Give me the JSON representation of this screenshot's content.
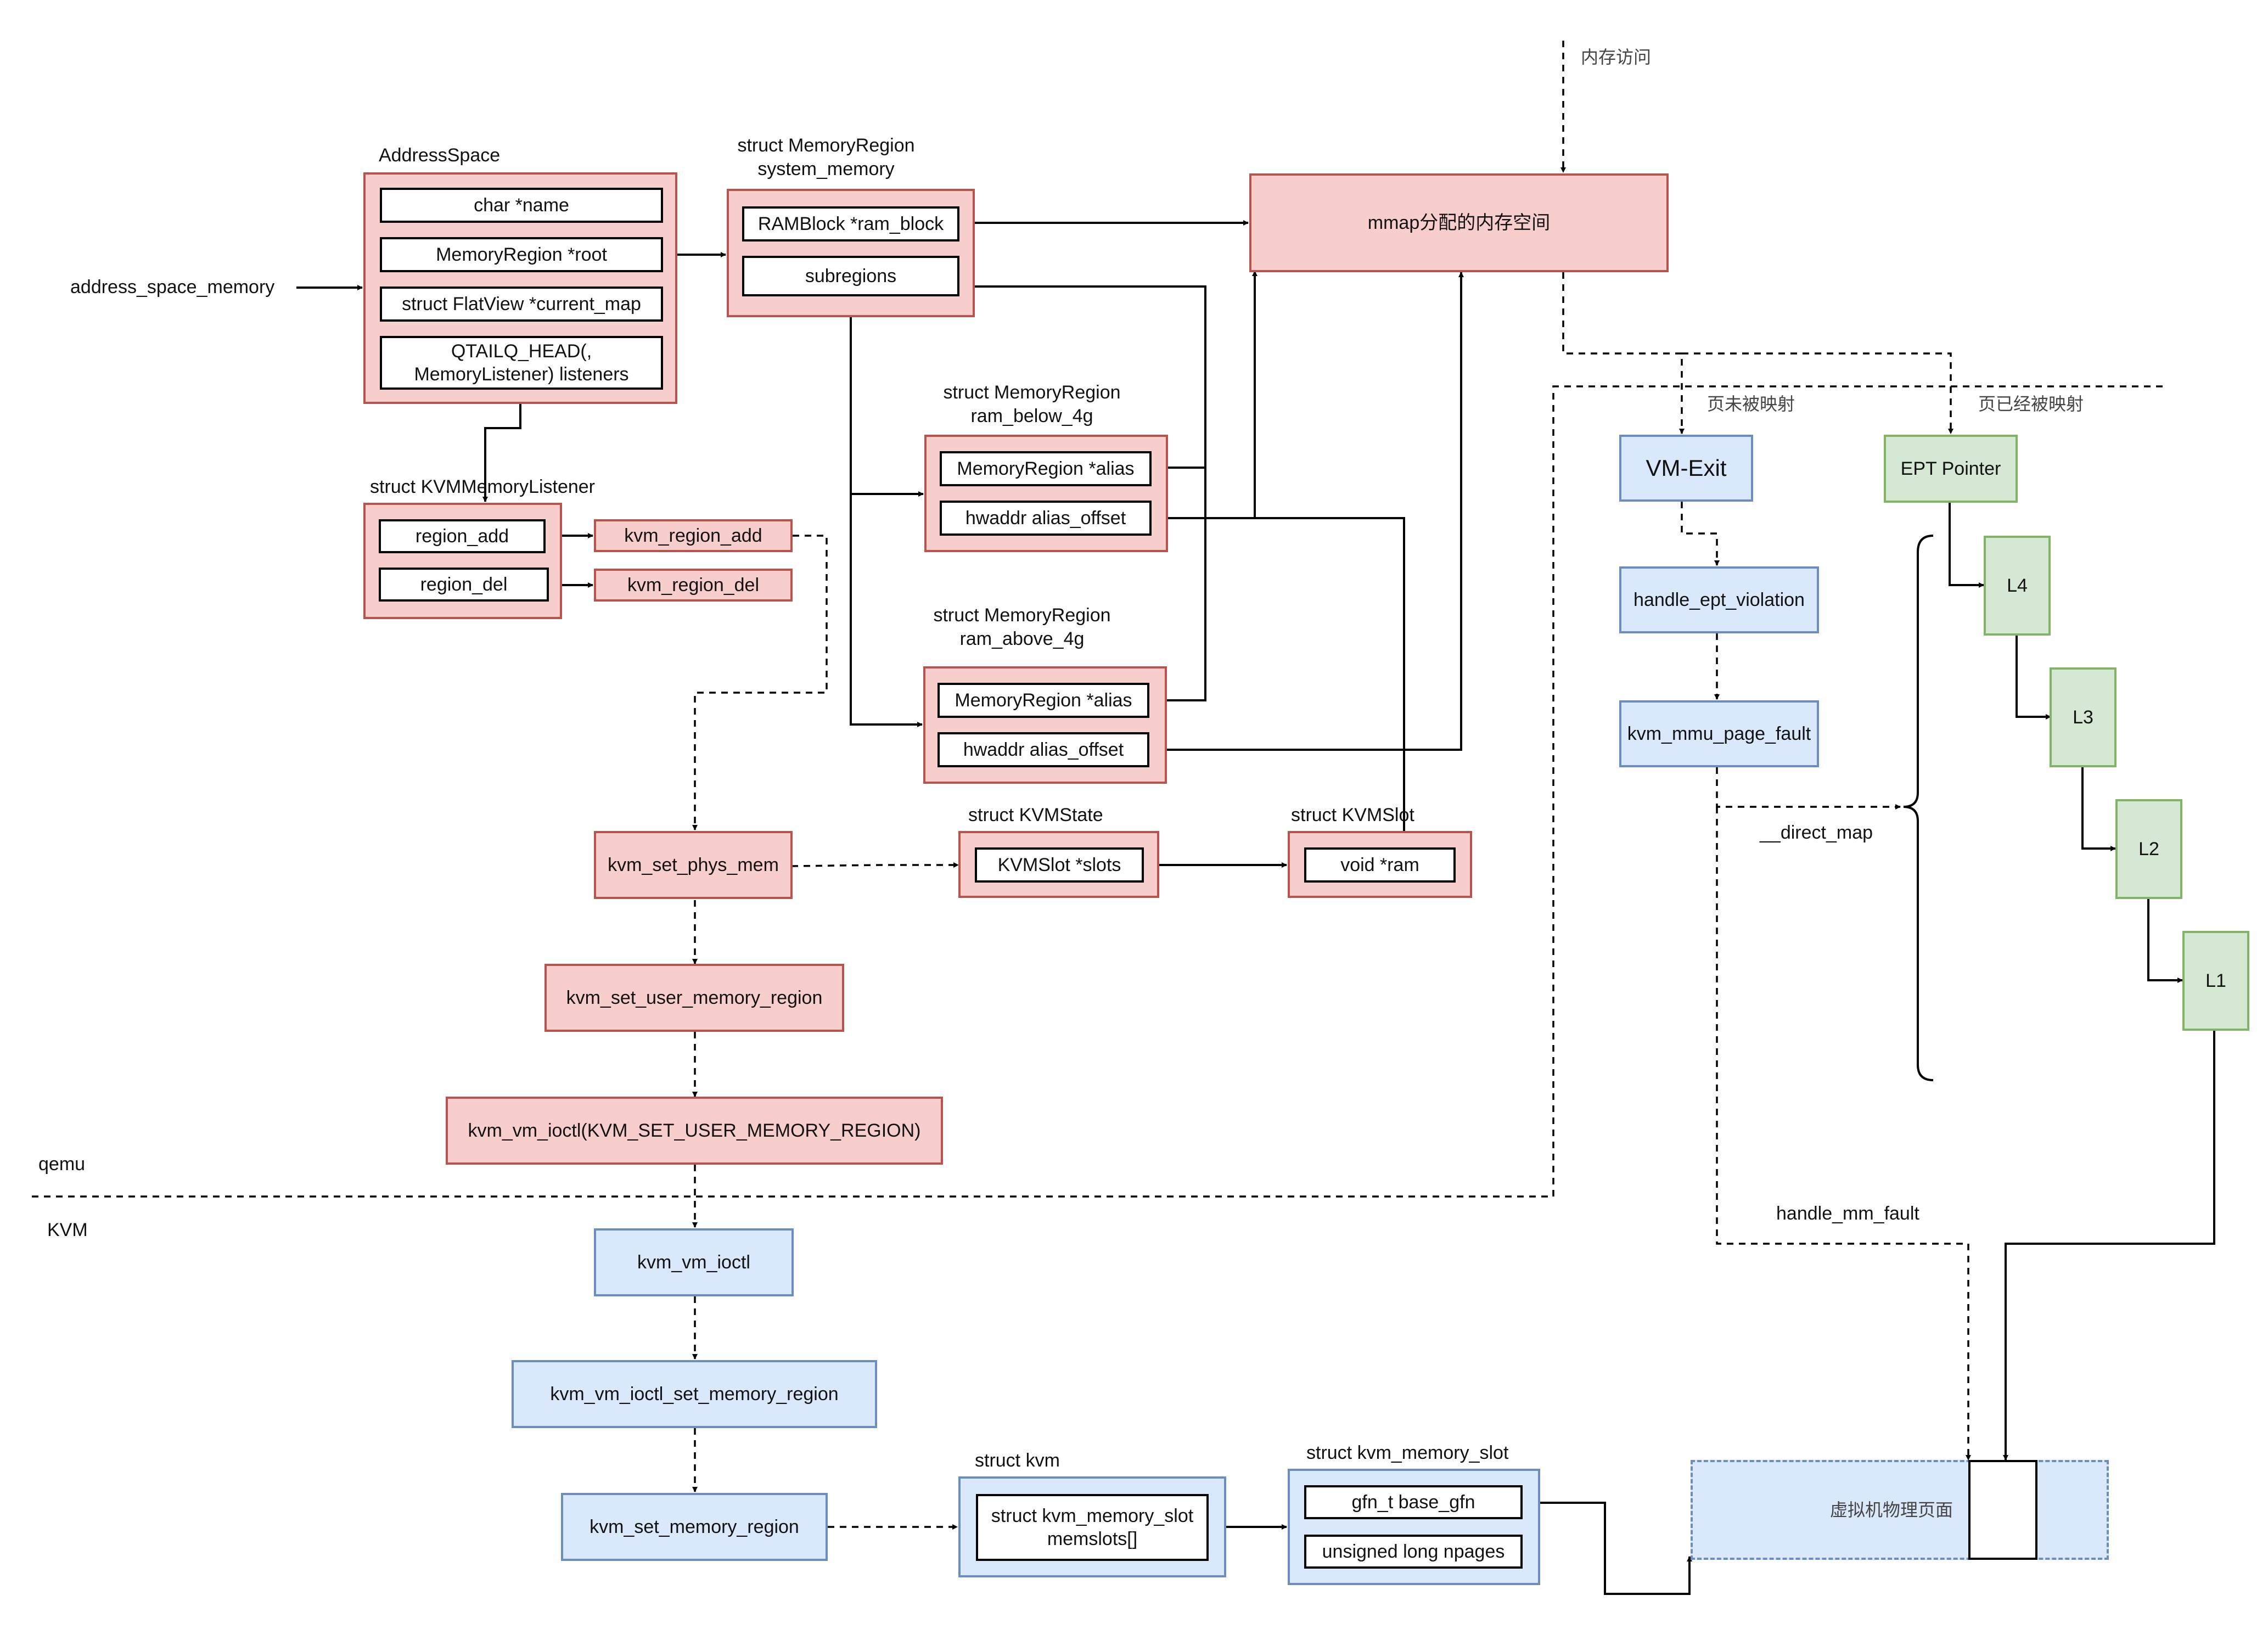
{
  "labels": {
    "address_space_memory": "address_space_memory",
    "address_space": "AddressSpace",
    "mr_system_memory": "struct MemoryRegion\nsystem_memory",
    "mr_ram_below": "struct MemoryRegion\nram_below_4g",
    "mr_ram_above": "struct MemoryRegion\nram_above_4g",
    "kvm_mem_listener": "struct KVMMemoryListener",
    "kvm_state": "struct KVMState",
    "kvm_slot": "struct KVMSlot",
    "struct_kvm": "struct kvm",
    "kvm_memory_slot": "struct kvm_memory_slot",
    "qemu": "qemu",
    "kvm": "KVM",
    "mem_access": "内存访问",
    "page_unmapped": "页未被映射",
    "page_mapped": "页已经被映射",
    "direct_map": "__direct_map",
    "handle_mm_fault": "handle_mm_fault"
  },
  "boxes": {
    "char_name": "char *name",
    "mr_root": "MemoryRegion *root",
    "flatview": "struct FlatView *current_map",
    "listeners": "QTAILQ_HEAD(,\nMemoryListener) listeners",
    "ram_block": "RAMBlock *ram_block",
    "subregions": "subregions",
    "mmap": "mmap分配的内存空间",
    "alias_below": "MemoryRegion *alias",
    "offset_below": "hwaddr alias_offset",
    "alias_above": "MemoryRegion *alias",
    "offset_above": "hwaddr alias_offset",
    "region_add": "region_add",
    "region_del": "region_del",
    "kvm_region_add": "kvm_region_add",
    "kvm_region_del": "kvm_region_del",
    "kvm_set_phys_mem": "kvm_set_phys_mem",
    "kvmslot_slots": "KVMSlot *slots",
    "void_ram": "void *ram",
    "kvm_set_user_memory_region": "kvm_set_user_memory_region",
    "kvm_vm_ioctl_call": "kvm_vm_ioctl(KVM_SET_USER_MEMORY_REGION)",
    "kvm_vm_ioctl": "kvm_vm_ioctl",
    "kvm_vm_ioctl_set_memory_region": "kvm_vm_ioctl_set_memory_region",
    "kvm_set_memory_region": "kvm_set_memory_region",
    "memslots": "struct kvm_memory_slot\nmemslots[]",
    "base_gfn": "gfn_t base_gfn",
    "npages": "unsigned long npages",
    "vm_exit": "VM-Exit",
    "handle_ept_violation": "handle_ept_violation",
    "kvm_mmu_page_fault": "kvm_mmu_page_fault",
    "ept_pointer": "EPT Pointer",
    "l4": "L4",
    "l3": "L3",
    "l2": "L2",
    "l1": "L1",
    "guest_phys_page": "虚拟机物理页面"
  },
  "colors": {
    "qemu_fill": "#f8cecc",
    "qemu_stroke": "#b85450",
    "kvm_fill": "#dae8fc",
    "kvm_stroke": "#6c8ebf",
    "ept_fill": "#d5e8d4",
    "ept_stroke": "#82b366"
  }
}
